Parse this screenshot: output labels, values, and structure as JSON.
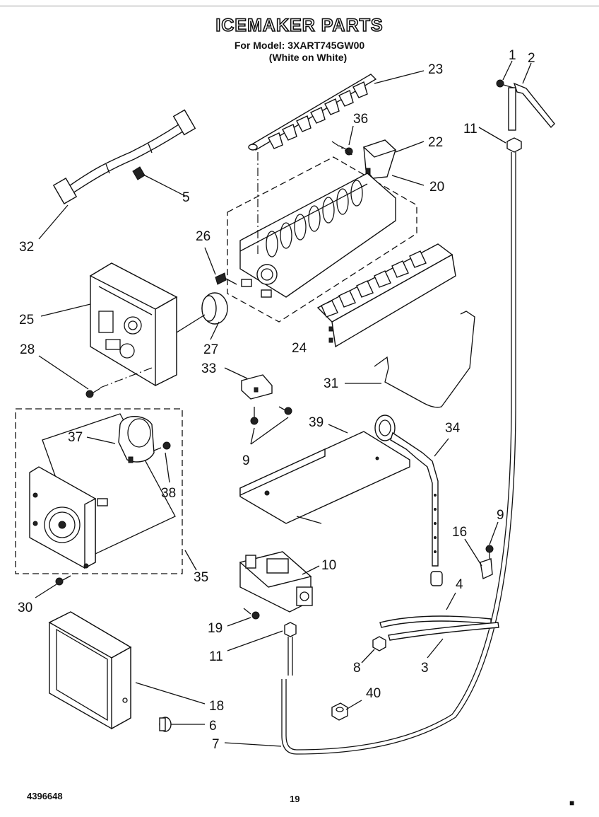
{
  "header": {
    "title": "ICEMAKER PARTS",
    "model_line": "For Model: 3XART745GW00",
    "color_line": "(White on White)"
  },
  "footer": {
    "doc_number": "4396648",
    "page_number": "19"
  },
  "callouts": [
    {
      "id": "1",
      "label": "1"
    },
    {
      "id": "2",
      "label": "2"
    },
    {
      "id": "3",
      "label": "3"
    },
    {
      "id": "4",
      "label": "4"
    },
    {
      "id": "5",
      "label": "5"
    },
    {
      "id": "6",
      "label": "6"
    },
    {
      "id": "7",
      "label": "7"
    },
    {
      "id": "8",
      "label": "8"
    },
    {
      "id": "9a",
      "label": "9"
    },
    {
      "id": "9b",
      "label": "9"
    },
    {
      "id": "10",
      "label": "10"
    },
    {
      "id": "11a",
      "label": "11"
    },
    {
      "id": "11b",
      "label": "11"
    },
    {
      "id": "16",
      "label": "16"
    },
    {
      "id": "18",
      "label": "18"
    },
    {
      "id": "19",
      "label": "19"
    },
    {
      "id": "20",
      "label": "20"
    },
    {
      "id": "22",
      "label": "22"
    },
    {
      "id": "23",
      "label": "23"
    },
    {
      "id": "24",
      "label": "24"
    },
    {
      "id": "25",
      "label": "25"
    },
    {
      "id": "26",
      "label": "26"
    },
    {
      "id": "27",
      "label": "27"
    },
    {
      "id": "28",
      "label": "28"
    },
    {
      "id": "30",
      "label": "30"
    },
    {
      "id": "31",
      "label": "31"
    },
    {
      "id": "32",
      "label": "32"
    },
    {
      "id": "33",
      "label": "33"
    },
    {
      "id": "34",
      "label": "34"
    },
    {
      "id": "35",
      "label": "35"
    },
    {
      "id": "36",
      "label": "36"
    },
    {
      "id": "37",
      "label": "37"
    },
    {
      "id": "38",
      "label": "38"
    },
    {
      "id": "39",
      "label": "39"
    },
    {
      "id": "40",
      "label": "40"
    }
  ]
}
